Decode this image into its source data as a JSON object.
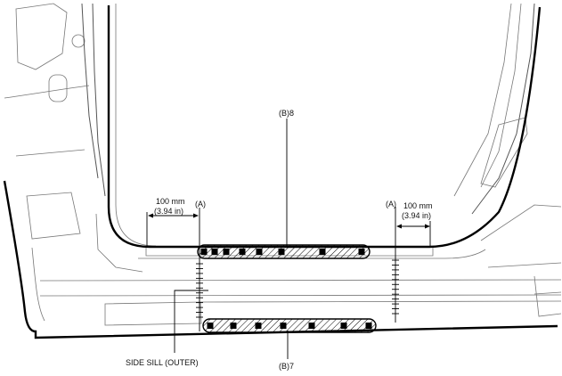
{
  "labels": {
    "dim_left_value": "100 mm",
    "dim_left_inch": "(3.94 in)",
    "dim_right_value": "100 mm",
    "dim_right_inch": "(3.94 in)",
    "ref_a_left": "(A)",
    "ref_a_right": "(A)",
    "callout_b8": "(B)8",
    "callout_b7": "(B)7",
    "side_sill": "SIDE SILL (OUTER)"
  },
  "weld_groups": [
    {
      "name": "B8",
      "count": 8
    },
    {
      "name": "B7",
      "count": 7
    }
  ]
}
